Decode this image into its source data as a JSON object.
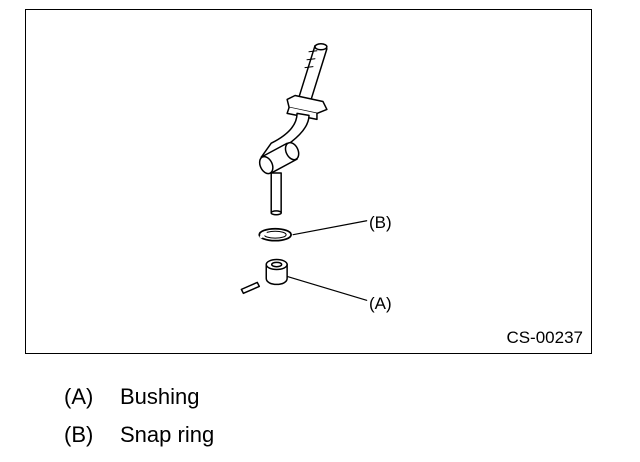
{
  "figure": {
    "code": "CS-00237",
    "callouts": [
      {
        "key": "(B)"
      },
      {
        "key": "(A)"
      }
    ]
  },
  "legend": [
    {
      "key": "(A)",
      "text": "Bushing"
    },
    {
      "key": "(B)",
      "text": "Snap ring"
    }
  ]
}
